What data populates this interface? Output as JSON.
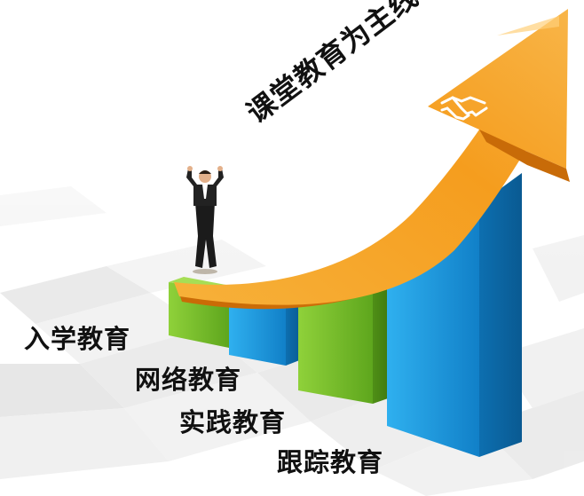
{
  "headline": "课堂教育为主线",
  "steps": [
    {
      "label": "入学教育",
      "color": "#7dc42d"
    },
    {
      "label": "网络教育",
      "color": "#1e9fe0"
    },
    {
      "label": "实践教育",
      "color": "#7dc42d"
    },
    {
      "label": "跟踪教育",
      "color": "#1e9fe0"
    }
  ],
  "arrow_color": "#f39a1c",
  "icons": [
    "businessman-figure",
    "handshake-icon"
  ]
}
